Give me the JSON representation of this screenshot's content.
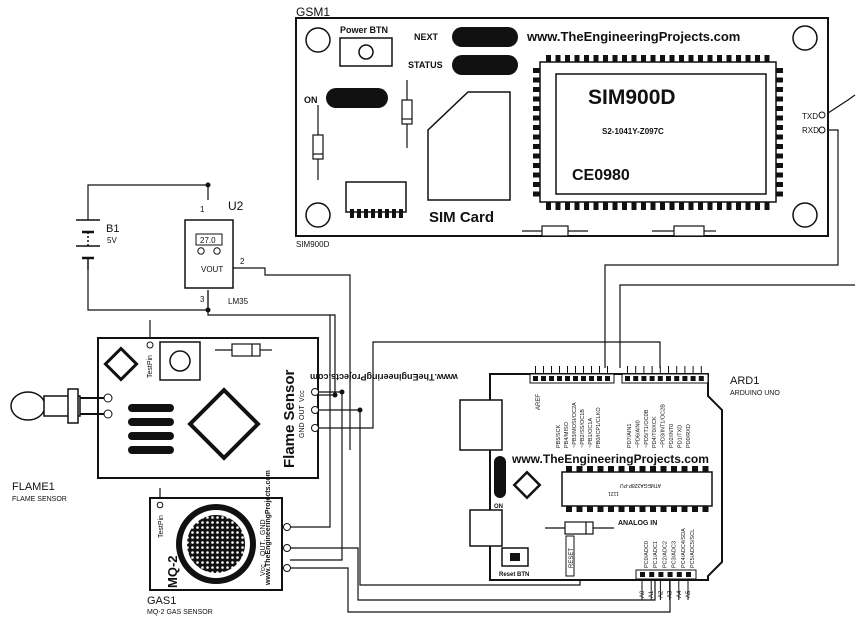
{
  "gsm": {
    "ref": "GSM1",
    "footer": "SIM900D",
    "power_btn": "Power BTN",
    "next": "NEXT",
    "status": "STATUS",
    "on": "ON",
    "website": "www.TheEngineeringProjects.com",
    "chip_title": "SIM900D",
    "chip_code": "S2-1041Y-Z097C",
    "chip_ce": "CE0980",
    "sim_card": "SIM Card",
    "txd": "TXD",
    "rxd": "RXD"
  },
  "battery": {
    "ref": "B1",
    "value": "5V"
  },
  "lm35": {
    "ref": "U2",
    "reading": "27.0",
    "vout": "VOUT",
    "part": "LM35",
    "pin1": "1",
    "pin2": "2",
    "pin3": "3"
  },
  "flame": {
    "ref": "FLAME1",
    "desc": "FLAME SENSOR",
    "title": "Flame Sensor",
    "website": "www.TheEngineeringProjects.com",
    "testpin": "TestPin",
    "vcc": "Vcc",
    "out": "OUT",
    "gnd": "GND"
  },
  "gas": {
    "ref": "GAS1",
    "desc": "MQ-2 GAS SENSOR",
    "title": "MQ-2",
    "website": "www.TheEngineeringProjects.com",
    "testpin": "TestPin",
    "gnd": "GND",
    "out": "OUT",
    "vcc": "Vcc"
  },
  "arduino": {
    "ref": "ARD1",
    "desc": "ARDUINO UNO",
    "website": "www.TheEngineeringProjects.com",
    "aref": "AREF",
    "on": "ON",
    "chip": "ATMEGA328P-PU",
    "chip_sub": "1121",
    "analog_in": "ANALOG IN",
    "reset": "RESET",
    "reset_btn": "Reset BTN",
    "top_pins_left": [
      "PB5/SCK",
      "PB4/MISO",
      "~PB3/MOSI/OC2A",
      "~PB2/SS/OC1B",
      "~PB1/OC1A",
      "PB0/ICP1/CLKO"
    ],
    "top_pins_right": [
      "PD7/AIN1",
      "~PD6/AIN0",
      "~PD5/T1/OC0B",
      "PD4/T0/XCK",
      "~PD3/INT1/OC2B",
      "PD2/INT0",
      "PD1/TXD",
      "PD0/RXD"
    ],
    "analog_pins": [
      "PC0/ADC0",
      "PC1/ADC1",
      "PC2/ADC2",
      "PC3/ADC3",
      "PC4/ADC4/SDA",
      "PC5/ADC5/SCL"
    ],
    "analog_labels": [
      "A0",
      "A1",
      "A2",
      "A3",
      "A4",
      "A5"
    ]
  }
}
